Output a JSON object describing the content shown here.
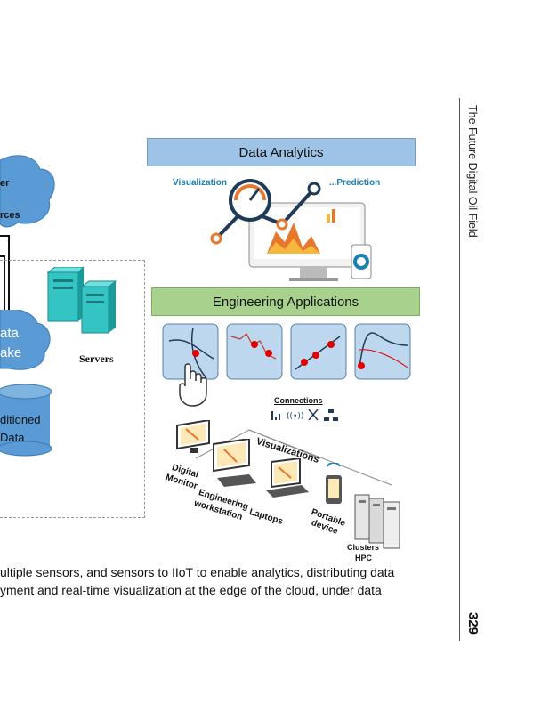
{
  "running_head": "The Future Digital Oil Field",
  "page_number": "329",
  "caption_lines": [
    "ultiple sensors, and sensors to IIoT to enable analytics, distributing data",
    "yment and real-time visualization at the edge of the cloud, under data"
  ],
  "figure": {
    "cloud_label_line1": "er",
    "cloud_label_line2": "rces",
    "data_lake_line1": "ata",
    "data_lake_line2": "ake",
    "servers_label": "Servers",
    "conditioned_line1": "ditioned",
    "conditioned_line2": "Data",
    "data_analytics_title": "Data Analytics",
    "visualization_label": "Visualization",
    "prediction_label": "...Prediction",
    "engineering_apps_title": "Engineering Applications",
    "connections_label": "Connections",
    "visualizations_label": "Visualizations",
    "devices": [
      {
        "line1": "Digital",
        "line2": "Monitor"
      },
      {
        "line1": "Engineering",
        "line2": "workstation"
      },
      {
        "line1": "Laptops",
        "line2": ""
      },
      {
        "line1": "Portable",
        "line2": "device"
      },
      {
        "line1": "Clusters",
        "line2": "HPC"
      }
    ],
    "colors": {
      "banner_blue": "#9dc3e6",
      "banner_green": "#a9d18e",
      "cloud_blue": "#5b9bd5",
      "accent_orange": "#e8772e",
      "navy": "#1f3b57",
      "red_dot": "#e00000"
    }
  }
}
